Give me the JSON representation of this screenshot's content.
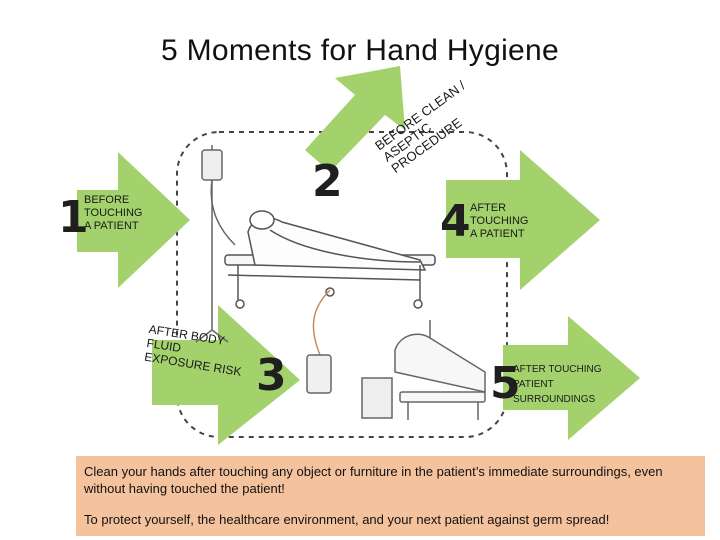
{
  "title": "5 Moments for Hand Hygiene",
  "colors": {
    "arrow": "#a3d26c",
    "banner": "#f5c29e",
    "text": "#1a1a1a"
  },
  "moments": [
    {
      "number": "1",
      "lines": [
        "BEFORE",
        "TOUCHING",
        "A PATIENT"
      ]
    },
    {
      "number": "2",
      "lines": [
        "BEFORE CLEAN /",
        "ASEPTIC",
        "PROCEDURE"
      ]
    },
    {
      "number": "3",
      "lines": [
        "AFTER BODY",
        "FLUID",
        "EXPOSURE RISK"
      ]
    },
    {
      "number": "4",
      "lines": [
        "AFTER",
        "TOUCHING",
        "A PATIENT"
      ]
    },
    {
      "number": "5",
      "lines": [
        "AFTER TOUCHING",
        "PATIENT",
        "SURROUNDINGS"
      ]
    }
  ],
  "banner": {
    "line1": "Clean your hands after touching any object or furniture in the patient’s  immediate surroundings, even without having touched the patient!",
    "line2": "To protect yourself, the healthcare environment, and your next patient against germ spread!"
  }
}
